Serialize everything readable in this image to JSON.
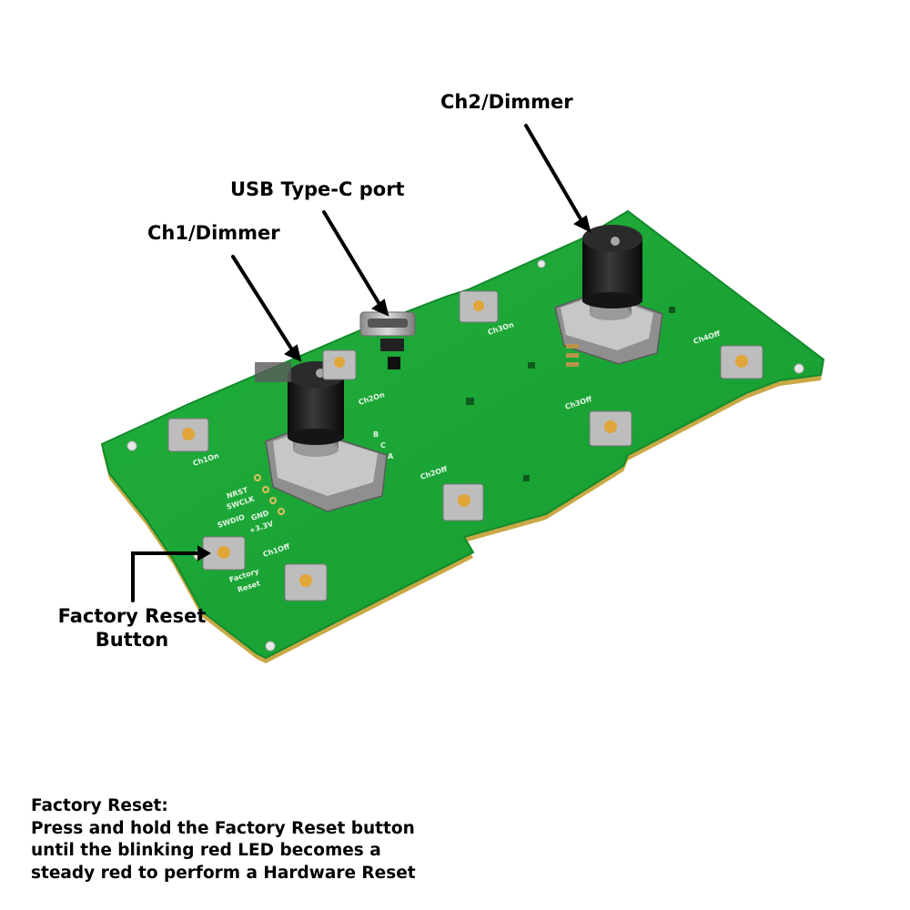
{
  "callouts": {
    "ch2_dimmer": "Ch2/Dimmer",
    "usb_port": "USB Type-C port",
    "ch1_dimmer": "Ch1/Dimmer",
    "factory_reset_line1": "Factory Reset",
    "factory_reset_line2": "Button"
  },
  "note": {
    "title": "Factory Reset:",
    "line1": "Press and hold the Factory Reset button",
    "line2": "until the blinking red LED becomes a",
    "line3": "steady red to perform a Hardware Reset"
  },
  "silkscreen": {
    "ch1_on": "Ch1On",
    "ch1_off": "Ch1Off",
    "ch2_on": "Ch2On",
    "ch2_off": "Ch2Off",
    "ch3_on": "Ch3On",
    "ch3_off": "Ch3Off",
    "ch4_off": "Ch4Off",
    "factory": "Factory",
    "reset": "Reset",
    "nrst": "NRST",
    "swclk": "SWCLK",
    "swdio": "SWDIO",
    "gnd": "GND",
    "v33": "+3.3V",
    "enc_b": "B",
    "enc_c": "C",
    "enc_a": "A"
  },
  "colors": {
    "pcb": "#1fa838",
    "pcb_edge": "#d4b24a",
    "button_cap": "#e0a63a",
    "knob": "#1a1a1a",
    "text": "#000000"
  }
}
